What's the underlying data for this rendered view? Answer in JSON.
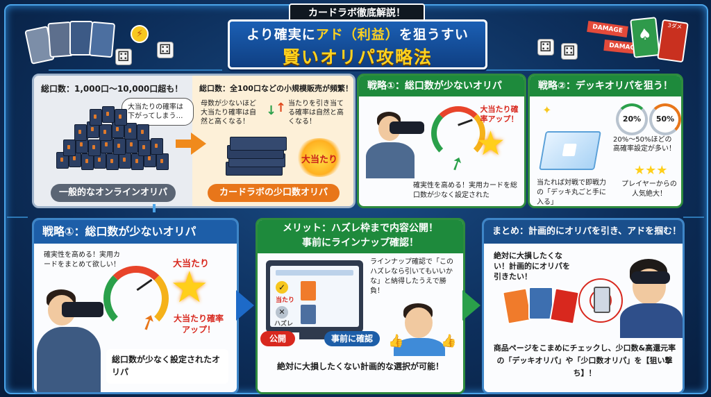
{
  "header": {
    "top_label": "カードラボ徹底解説！",
    "line1_pre": "より確実に",
    "line1_hl": "アド（利益）",
    "line1_post": "を狙うすい",
    "line2": "賢いオリパ攻略法"
  },
  "deco": {
    "damage1": "DAMAGE",
    "damage2": "DAMAGE",
    "card_tag": "3ダメ"
  },
  "panel_compare": {
    "left_title": "総口数：1,000口〜10,000口超も！",
    "left_bubble": "大当たりの確率は下がってしまう…",
    "left_pill": "一般的なオンラインオリパ",
    "right_title": "総口数：全100口などの小規模販売が頻繁！",
    "right_note1": "母数が少ないほど大当たり確率は自然と高くなる！",
    "right_note2": "当たりを引き当てる確率は自然と高くなる！",
    "right_burst": "大当たり",
    "right_pill": "カードラボの少口数オリパ"
  },
  "panel_strat1_top": {
    "title": "戦略①：総口数が少ないオリパ",
    "burst": "大当たり確率アップ！",
    "note": "確実性を高める！実用カードを総口数が少なく設定された"
  },
  "panel_strat2": {
    "title": "戦略②：デッキオリパを狙う！",
    "pct1": "20%",
    "pct2": "50%",
    "note1": "20%〜50%ほどの高確率設定が多い！",
    "note2": "当たれば対戦で即戦力の「デッキ丸ごと手に入る」",
    "note3": "プレイヤーからの人気絶大！"
  },
  "panel_strat1_bottom": {
    "title": "戦略①：総口数が少ないオリパ",
    "note": "確実性を高める！実用カードをまとめて欲しい！",
    "burst_top": "大当たり",
    "burst_bottom": "大当たり確率アップ！",
    "caption": "総口数が少なく設定されたオリパ"
  },
  "panel_merit": {
    "title_line1": "メリット：ハズレ枠まで内容公開！",
    "title_line2": "事前にラインナップ確認！",
    "screen_item1": "当たり",
    "screen_item2": "ハズレ",
    "bubble": "ラインナップ確認で「このハズレなら引いてもいいかな」と納得したうえで勝負！",
    "tag_public": "公開",
    "tag_check": "事前に確認",
    "caption": "絶対に大損したくない計画的な選択が可能！"
  },
  "panel_summary": {
    "title": "まとめ：計画的にオリパを引き、アドを掴む！",
    "bubble": "絶対に大損したくない！計画的にオリパを引きたい！",
    "caption": "商品ページをこまめにチェックし、少口数&高還元率の「デッキオリパ」や「少口数オリパ」を【狙い撃ち】！"
  },
  "colors": {
    "blue_title": "#1d5ea8",
    "green_title": "#1e8a3c",
    "accent_red": "#d8281e",
    "accent_gold": "#ffd21f",
    "orange_arrow": "#f08a1c"
  }
}
